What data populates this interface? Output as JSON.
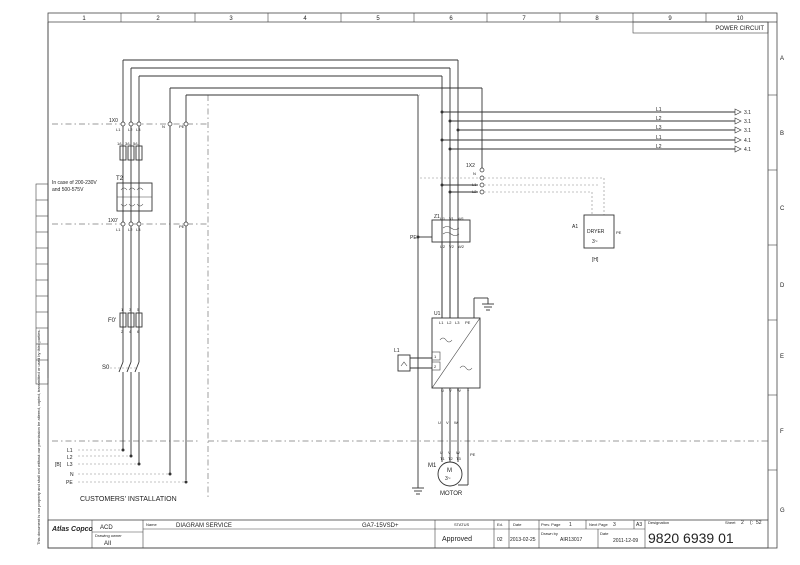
{
  "columns": [
    "1",
    "2",
    "3",
    "4",
    "5",
    "6",
    "7",
    "8",
    "9",
    "10"
  ],
  "rows": [
    "A",
    "B",
    "C",
    "D",
    "E",
    "F",
    "G"
  ],
  "sheet_title": "POWER CIRCUIT",
  "outputs": [
    {
      "line": "L1",
      "ref": "3.1"
    },
    {
      "line": "L2",
      "ref": "3.1"
    },
    {
      "line": "L3",
      "ref": "3.1"
    },
    {
      "line": "L1",
      "ref": "4.1"
    },
    {
      "line": "L2",
      "ref": "4.1"
    }
  ],
  "components": {
    "x0": {
      "name": "1X0",
      "terms": [
        "L1",
        "L2",
        "L3",
        "N",
        "PE"
      ]
    },
    "x01": {
      "name": "1X0'",
      "terms": [
        "L1",
        "L2",
        "L3",
        "PE"
      ]
    },
    "x2": {
      "name": "1X2",
      "terms": [
        "N",
        "L1",
        "L2"
      ]
    },
    "t2": {
      "name": "T2",
      "note_line1": "In case of 200-230V",
      "note_line2": "and 500-575V",
      "fuse_labels": [
        "1/L",
        "3/L",
        "5/L"
      ]
    },
    "f0": {
      "name": "F0'",
      "top": [
        "1",
        "3",
        "5"
      ],
      "bottom": [
        "2",
        "4",
        "6"
      ]
    },
    "s0": {
      "name": "S0"
    },
    "z1": {
      "name": "Z1",
      "top": [
        "U1",
        "V1",
        "W1"
      ],
      "bottom": [
        "U2",
        "V2",
        "W2"
      ],
      "pe": "PE"
    },
    "u1": {
      "name": "U1",
      "top": [
        "L1",
        "L2",
        "L3",
        "PE"
      ],
      "bottom": [
        "U",
        "V",
        "W",
        "+"
      ],
      "inputs": [
        "1",
        "2"
      ]
    },
    "l1": {
      "name": "L1"
    },
    "a1": {
      "name": "A1",
      "title": "DRYER",
      "phase": "3~",
      "pe": "PE",
      "ref": "[H]"
    },
    "m1": {
      "name": "M1",
      "letter": "M",
      "phase": "3~",
      "caption": "MOTOR",
      "terms": [
        "U",
        "V",
        "W"
      ],
      "terms2": [
        "T1",
        "T2",
        "T3"
      ],
      "pe": "PE"
    },
    "customer": {
      "label": "CUSTOMERS' INSTALLATION",
      "lines": [
        "L1",
        "L2",
        "L3",
        "N",
        "PE"
      ],
      "ref": "[B]"
    }
  },
  "side_note": "This document is our property and shall not without our permission be altered, copied, transmitted or used by third parties.",
  "title_block": {
    "logo": "Atlas Copco",
    "dept": "ACD",
    "owner_label": "Drawing owner",
    "owner": "AII",
    "name_label": "Name",
    "name": "DIAGRAM SERVICE",
    "model": "GA7-15VSD+",
    "status_label": "STATUS",
    "status": "Approved",
    "ed_label": "Ed.",
    "ed": "02",
    "date_label": "Date",
    "date": "2013-02-25",
    "prev_label": "Prev. Page",
    "prev": "1",
    "next_label": "Next Page",
    "next": "3",
    "format": "A3",
    "drawn_label": "Drawn by",
    "drawn": "AIR13017",
    "date2_label": "Date",
    "date2": "2011-12-09",
    "designation_label": "Designation",
    "designation": "9820 6939 01",
    "sheet_label": "Sheet",
    "sheet": "2",
    "sheets": "52"
  }
}
